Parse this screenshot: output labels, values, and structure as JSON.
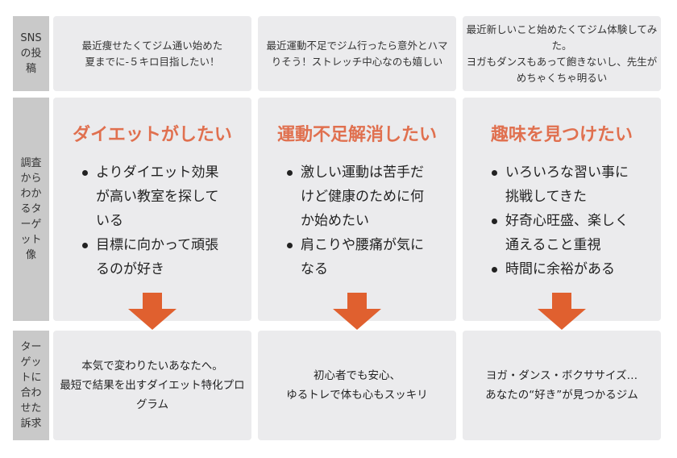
{
  "row_labels": [
    "SNSの投稿",
    "調査からわかるターゲット像",
    "ターゲットに合わせた訴求"
  ],
  "columns": [
    {
      "post": [
        "最近痩せたくてジム通い始めた",
        "夏までに-５キロ目指したい！"
      ],
      "title": "ダイエットがしたい",
      "bullets": [
        "よりダイエット効果が高い教室を探している",
        "目標に向かって頑張るのが好き"
      ],
      "appeal": [
        "本気で変わりたいあなたへ。",
        "最短で結果を出すダイエット特化プログラム"
      ]
    },
    {
      "post": [
        "最近運動不足でジム行ったら意外とハマりそう！ストレッチ中心なのも嬉しい"
      ],
      "title": "運動不足解消したい",
      "bullets": [
        "激しい運動は苦手だけど健康のために何か始めたい",
        "肩こりや腰痛が気になる"
      ],
      "appeal": [
        "初心者でも安心、",
        "ゆるトレで体も心もスッキリ"
      ]
    },
    {
      "post": [
        "最近新しいこと始めたくてジム体験してみた。",
        "ヨガもダンスもあって飽きないし、先生がめちゃくちゃ明るい"
      ],
      "title": "趣味を見つけたい",
      "bullets": [
        "いろいろな習い事に挑戦してきた",
        "好奇心旺盛、楽しく通えること重視",
        "時間に余裕がある"
      ],
      "appeal": [
        "ヨガ・ダンス・ボクササイズ…",
        "あなたの“好き”が見つかるジム"
      ]
    }
  ],
  "colors": {
    "accent": "#e0602f",
    "title": "#e0704f",
    "cell": "#ebebed",
    "label": "#c9c9c9"
  }
}
